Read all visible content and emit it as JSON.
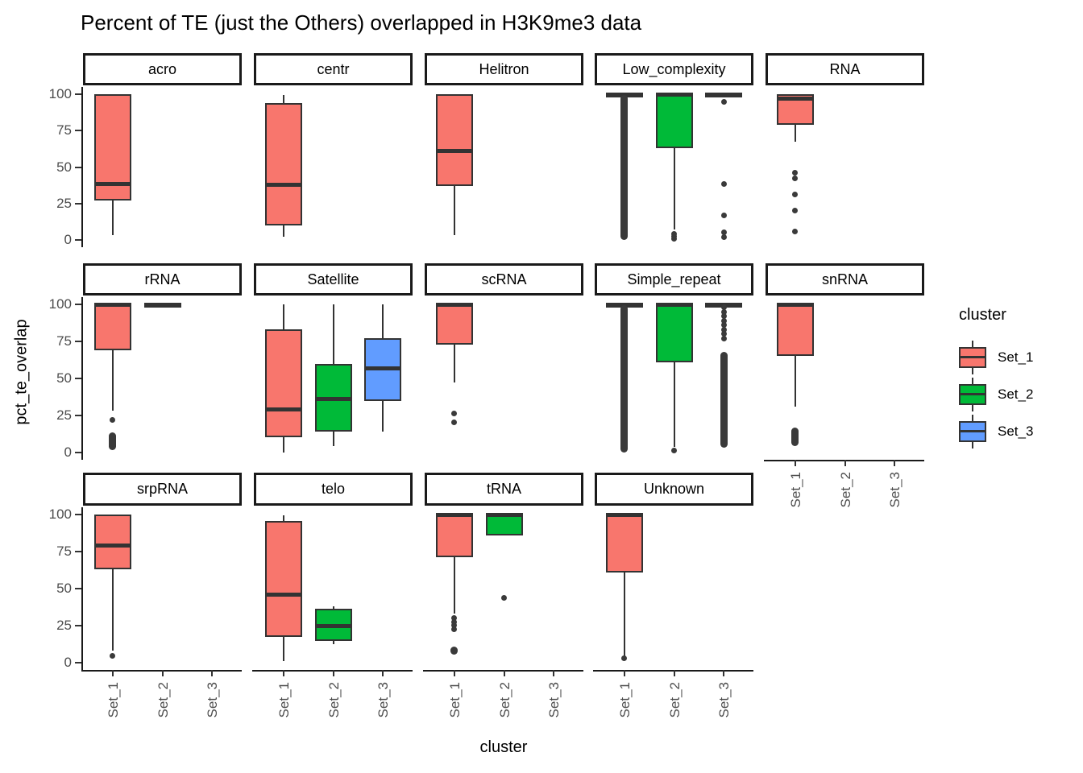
{
  "title": "Percent of TE (just the Others) overlapped in H3K9me3 data",
  "y_axis": {
    "label": "pct_te_overlap",
    "ticks": [
      0,
      25,
      50,
      75,
      100
    ],
    "tick_labels": [
      "0",
      "25",
      "50",
      "75",
      "100"
    ]
  },
  "x_axis": {
    "label": "cluster",
    "categories": [
      "Set_1",
      "Set_2",
      "Set_3"
    ]
  },
  "legend": {
    "title": "cluster",
    "position": "right",
    "entries": [
      {
        "label": "Set_1",
        "color": "#F8766D"
      },
      {
        "label": "Set_2",
        "color": "#00BA38"
      },
      {
        "label": "Set_3",
        "color": "#619CFF"
      }
    ]
  },
  "colors": {
    "box_outline": "#333333",
    "outlier": "#3a3a3a",
    "axis_line": "#1a1a1a",
    "axis_text": "#4d4d4d",
    "strip_border": "#1a1a1a",
    "background": "#ffffff"
  },
  "chart_data": {
    "type": "boxplot",
    "facet_variable": "repeat_family",
    "ylim": [
      0,
      100
    ],
    "grid": "off",
    "facets": [
      {
        "name": "acro",
        "row": 0,
        "col": 0,
        "boxes": [
          {
            "set": "Set_1",
            "lo": 3.5,
            "q1": 27,
            "med": 38.5,
            "q3": 100,
            "hi": 100,
            "outliers": [],
            "runs": []
          }
        ]
      },
      {
        "name": "centr",
        "row": 0,
        "col": 1,
        "boxes": [
          {
            "set": "Set_1",
            "lo": 2,
            "q1": 10,
            "med": 38,
            "q3": 94,
            "hi": 99.5,
            "outliers": [],
            "runs": []
          }
        ]
      },
      {
        "name": "Helitron",
        "row": 0,
        "col": 2,
        "boxes": [
          {
            "set": "Set_1",
            "lo": 3.5,
            "q1": 37,
            "med": 61,
            "q3": 100,
            "hi": 100,
            "outliers": [],
            "runs": []
          }
        ]
      },
      {
        "name": "Low_complexity",
        "row": 0,
        "col": 3,
        "boxes": [
          {
            "set": "Set_1",
            "lo": 100,
            "q1": 100,
            "med": 100,
            "q3": 100,
            "hi": 100,
            "outliers": [],
            "runs": [
              [
                0,
                99.5
              ]
            ]
          },
          {
            "set": "Set_2",
            "lo": 7,
            "q1": 63,
            "med": 100,
            "q3": 100,
            "hi": 100,
            "outliers": [
              4,
              2.5,
              1
            ],
            "runs": []
          },
          {
            "set": "Set_3",
            "lo": 100,
            "q1": 100,
            "med": 100,
            "q3": 100,
            "hi": 100,
            "outliers": [
              95,
              38.5,
              17,
              5,
              2
            ],
            "runs": []
          }
        ]
      },
      {
        "name": "RNA",
        "row": 0,
        "col": 4,
        "boxes": [
          {
            "set": "Set_1",
            "lo": 67.5,
            "q1": 79,
            "med": 97,
            "q3": 100,
            "hi": 100,
            "outliers": [
              46,
              42,
              31,
              20,
              6
            ],
            "runs": []
          }
        ]
      },
      {
        "name": "rRNA",
        "row": 1,
        "col": 0,
        "boxes": [
          {
            "set": "Set_1",
            "lo": 28,
            "q1": 69,
            "med": 100,
            "q3": 100,
            "hi": 100,
            "outliers": [
              22
            ],
            "runs": [
              [
                1.5,
                13.5
              ]
            ]
          },
          {
            "set": "Set_2",
            "lo": 100,
            "q1": 100,
            "med": 100,
            "q3": 100,
            "hi": 100,
            "outliers": [],
            "runs": []
          }
        ]
      },
      {
        "name": "Satellite",
        "row": 1,
        "col": 1,
        "boxes": [
          {
            "set": "Set_1",
            "lo": 0,
            "q1": 10,
            "med": 29,
            "q3": 83,
            "hi": 100,
            "outliers": [],
            "runs": []
          },
          {
            "set": "Set_2",
            "lo": 4,
            "q1": 14,
            "med": 36,
            "q3": 60,
            "hi": 100,
            "outliers": [],
            "runs": []
          },
          {
            "set": "Set_3",
            "lo": 14,
            "q1": 35,
            "med": 57,
            "q3": 77,
            "hi": 100,
            "outliers": [],
            "runs": []
          }
        ]
      },
      {
        "name": "scRNA",
        "row": 1,
        "col": 2,
        "boxes": [
          {
            "set": "Set_1",
            "lo": 47,
            "q1": 73,
            "med": 100,
            "q3": 100,
            "hi": 100,
            "outliers": [
              26.5,
              20.5
            ],
            "runs": []
          }
        ]
      },
      {
        "name": "Simple_repeat",
        "row": 1,
        "col": 3,
        "boxes": [
          {
            "set": "Set_1",
            "lo": 100,
            "q1": 100,
            "med": 100,
            "q3": 100,
            "hi": 100,
            "outliers": [],
            "runs": [
              [
                0,
                99.5
              ]
            ]
          },
          {
            "set": "Set_2",
            "lo": 3.5,
            "q1": 61,
            "med": 100,
            "q3": 100,
            "hi": 100,
            "outliers": [
              1
            ],
            "runs": []
          },
          {
            "set": "Set_3",
            "lo": 100,
            "q1": 100,
            "med": 100,
            "q3": 100,
            "hi": 100,
            "outliers": [
              98,
              95,
              92,
              89,
              86,
              83,
              80,
              77
            ],
            "runs": [
              [
                3,
                68
              ]
            ]
          }
        ]
      },
      {
        "name": "snRNA",
        "row": 1,
        "col": 4,
        "x_axis": true,
        "boxes": [
          {
            "set": "Set_1",
            "lo": 31,
            "q1": 65,
            "med": 100,
            "q3": 100,
            "hi": 100,
            "outliers": [],
            "runs": [
              [
                4,
                17
              ]
            ]
          }
        ]
      },
      {
        "name": "srpRNA",
        "row": 2,
        "col": 0,
        "x_axis": true,
        "boxes": [
          {
            "set": "Set_1",
            "lo": 8,
            "q1": 63,
            "med": 79,
            "q3": 100,
            "hi": 100,
            "outliers": [
              4.5
            ],
            "runs": []
          }
        ]
      },
      {
        "name": "telo",
        "row": 2,
        "col": 1,
        "x_axis": true,
        "boxes": [
          {
            "set": "Set_1",
            "lo": 1,
            "q1": 17.5,
            "med": 46,
            "q3": 96,
            "hi": 99.5,
            "outliers": [],
            "runs": []
          },
          {
            "set": "Set_2",
            "lo": 12.5,
            "q1": 14.5,
            "med": 24.5,
            "q3": 36.5,
            "hi": 38,
            "outliers": [],
            "runs": []
          }
        ]
      },
      {
        "name": "tRNA",
        "row": 2,
        "col": 2,
        "x_axis": true,
        "boxes": [
          {
            "set": "Set_1",
            "lo": 33,
            "q1": 71,
            "med": 100,
            "q3": 100,
            "hi": 100,
            "outliers": [
              30,
              27.5,
              25,
              22.5
            ],
            "runs": [
              [
                5.5,
                11
              ]
            ]
          },
          {
            "set": "Set_2",
            "lo": 86,
            "q1": 86,
            "med": 100,
            "q3": 100,
            "hi": 100,
            "outliers": [
              43.5
            ],
            "runs": []
          }
        ]
      },
      {
        "name": "Unknown",
        "row": 2,
        "col": 3,
        "x_axis": true,
        "boxes": [
          {
            "set": "Set_1",
            "lo": 3,
            "q1": 61,
            "med": 100,
            "q3": 100,
            "hi": 100,
            "outliers": [
              3
            ],
            "runs": []
          }
        ]
      }
    ]
  }
}
